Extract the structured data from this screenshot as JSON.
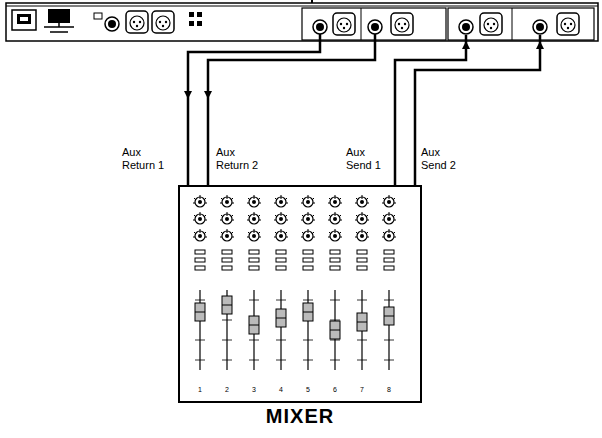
{
  "diagram": {
    "nodes": [
      {
        "text": [
          "MIXER"
        ]
      }
    ],
    "labels": [
      "Aux Return 1",
      "Aux Return 2",
      "Aux Send 1",
      "Aux Send 2",
      "1",
      "2",
      "3",
      "4",
      "5",
      "6",
      "7",
      "8"
    ]
  }
}
